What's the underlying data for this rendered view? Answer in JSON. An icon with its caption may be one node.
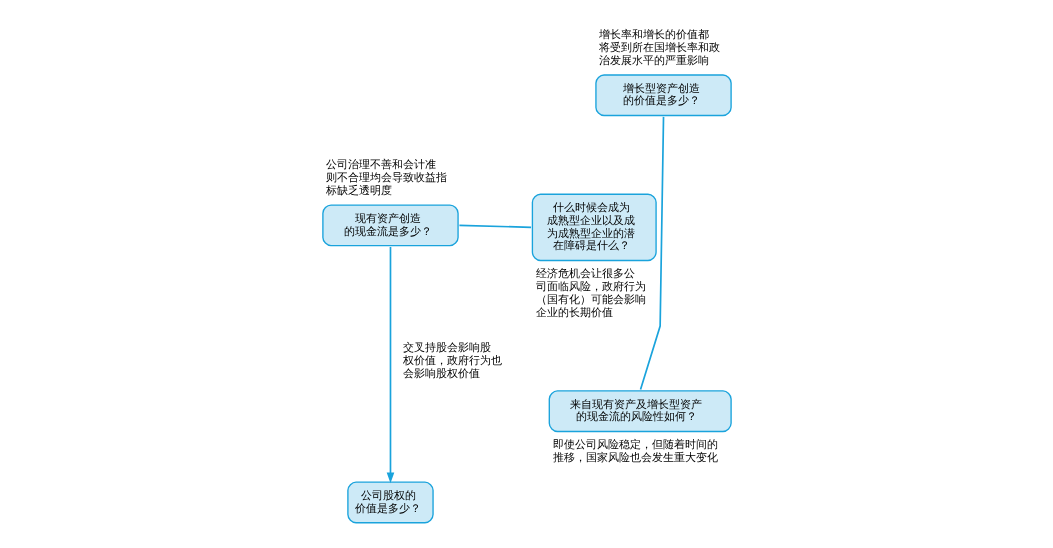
{
  "diagram": {
    "nodes": [
      {
        "text": [
          "增长型资产创造的价值是多少？"
        ],
        "beside": [
          "增长率和增长的价值都将受到所在国增长率和政治发展水平的严重影响"
        ]
      },
      {
        "text": [
          "现有资产创造的现金流是多少？"
        ],
        "beside": [
          "公司治理不善和会计准则不合理均会导致收益指标缺乏透明度"
        ]
      },
      {
        "text": [
          "什么时候会成为成熟型企业以及成为成熟型企业的潜在障碍是什么？"
        ],
        "beside": [
          "经济危机会让很多公司面临风险，政府行为（国有化）可能会影响企业的长期价值"
        ]
      },
      {
        "text": [
          "来自现有资产及增长型资产的现金流的风险性如何？"
        ],
        "beside": [
          "即使公司风险稳定，但随着时间的推移，国家风险也会发生重大变化"
        ]
      },
      {
        "text": [
          "公司股权的价值是多少？"
        ]
      }
    ],
    "edges": [
      {
        "from": 1,
        "to": 2,
        "arrow": "none"
      },
      {
        "from": 0,
        "to": 3,
        "arrow": "none"
      },
      {
        "from": 1,
        "to": 4,
        "arrow": "to",
        "label": "交叉持股会影响股权价值，政府行为也会影响股权价值"
      }
    ]
  }
}
